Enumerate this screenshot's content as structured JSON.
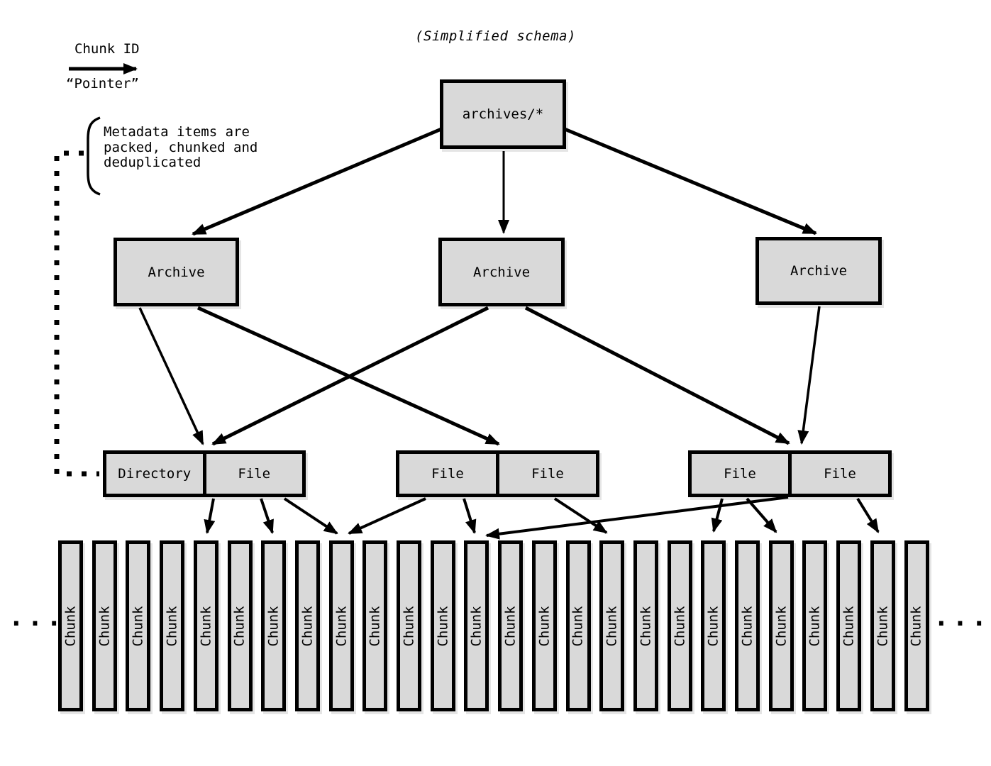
{
  "title": "(Simplified schema)",
  "legend": {
    "label": "Chunk ID",
    "sub": "“Pointer”"
  },
  "note": {
    "lines": [
      "Metadata items are",
      "packed, chunked and",
      "deduplicated"
    ]
  },
  "root": {
    "label": "archives/*"
  },
  "archives": [
    {
      "label": "Archive"
    },
    {
      "label": "Archive"
    },
    {
      "label": "Archive"
    }
  ],
  "pairs": [
    {
      "cells": [
        "Directory",
        "File"
      ]
    },
    {
      "cells": [
        "File",
        "File"
      ]
    },
    {
      "cells": [
        "File",
        "File"
      ]
    }
  ],
  "chunks": {
    "label": "Chunk",
    "count": 26
  },
  "ellipsis_left": "...",
  "ellipsis_right": "...",
  "style": {
    "box_fill": "#d9d9d9",
    "line_color": "#000000"
  }
}
